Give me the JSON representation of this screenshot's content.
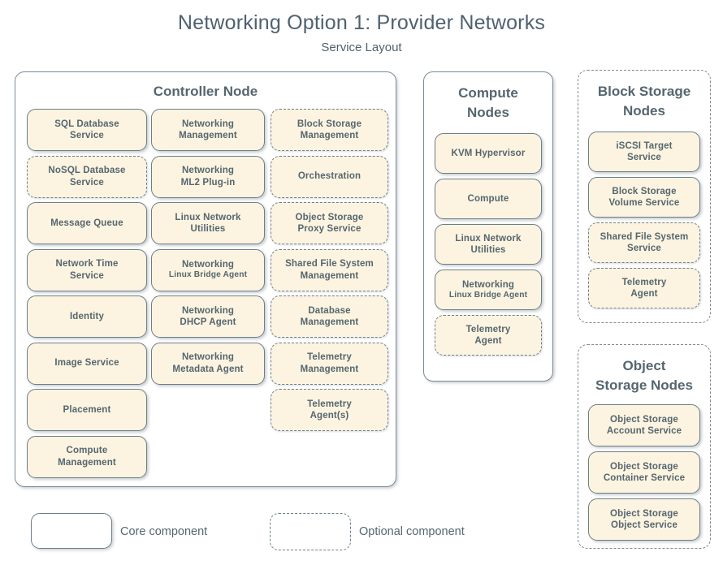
{
  "title": "Networking Option 1: Provider Networks",
  "subtitle": "Service Layout",
  "panels": {
    "controller": {
      "title": "Controller Node",
      "style": "solid",
      "columns": [
        {
          "items": [
            {
              "l1": "SQL Database",
              "l2": "Service",
              "style": "solid"
            },
            {
              "l1": "NoSQL Database",
              "l2": "Service",
              "style": "dashed"
            },
            {
              "l1": "Message Queue",
              "l2": "",
              "style": "solid"
            },
            {
              "l1": "Network Time",
              "l2": "Service",
              "style": "solid"
            },
            {
              "l1": "Identity",
              "l2": "",
              "style": "solid"
            },
            {
              "l1": "Image Service",
              "l2": "",
              "style": "solid"
            },
            {
              "l1": "Placement",
              "l2": "",
              "style": "solid"
            },
            {
              "l1": "Compute",
              "l2": "Management",
              "style": "solid"
            }
          ]
        },
        {
          "items": [
            {
              "l1": "Networking",
              "l2": "Management",
              "style": "solid"
            },
            {
              "l1": "Networking",
              "l2": "ML2 Plug-in",
              "style": "solid"
            },
            {
              "l1": "Linux Network",
              "l2": "Utilities",
              "style": "solid"
            },
            {
              "l1": "Networking",
              "l2": "Linux Bridge Agent",
              "l2small": true,
              "style": "solid"
            },
            {
              "l1": "Networking",
              "l2": "DHCP Agent",
              "style": "solid"
            },
            {
              "l1": "Networking",
              "l2": "Metadata Agent",
              "style": "solid"
            }
          ]
        },
        {
          "items": [
            {
              "l1": "Block Storage",
              "l2": "Management",
              "style": "dashed"
            },
            {
              "l1": "Orchestration",
              "l2": "",
              "style": "dashed"
            },
            {
              "l1": "Object Storage",
              "l2": "Proxy Service",
              "style": "dashed"
            },
            {
              "l1": "Shared File System",
              "l2": "Management",
              "style": "dashed"
            },
            {
              "l1": "Database",
              "l2": "Management",
              "style": "dashed"
            },
            {
              "l1": "Telemetry",
              "l2": "Management",
              "style": "dashed"
            },
            {
              "l1": "Telemetry",
              "l2": "Agent(s)",
              "style": "dashed"
            }
          ]
        }
      ]
    },
    "compute": {
      "title_line1": "Compute",
      "title_line2": "Nodes",
      "style": "solid",
      "items": [
        {
          "l1": "KVM Hypervisor",
          "l2": "",
          "style": "solid"
        },
        {
          "l1": "Compute",
          "l2": "",
          "style": "solid"
        },
        {
          "l1": "Linux Network",
          "l2": "Utilities",
          "style": "solid"
        },
        {
          "l1": "Networking",
          "l2": "Linux Bridge Agent",
          "l2small": true,
          "style": "solid"
        },
        {
          "l1": "Telemetry",
          "l2": "Agent",
          "style": "dashed"
        }
      ]
    },
    "block_storage": {
      "title_line1": "Block Storage",
      "title_line2": "Nodes",
      "style": "dashed",
      "items": [
        {
          "l1": "iSCSI Target",
          "l2": "Service",
          "style": "solid"
        },
        {
          "l1": "Block Storage",
          "l2": "Volume Service",
          "style": "solid"
        },
        {
          "l1": "Shared File System",
          "l2": "Service",
          "style": "dashed"
        },
        {
          "l1": "Telemetry",
          "l2": "Agent",
          "style": "dashed"
        }
      ]
    },
    "object_storage": {
      "title_line1": "Object",
      "title_line2": "Storage Nodes",
      "style": "dashed",
      "items": [
        {
          "l1": "Object Storage",
          "l2": "Account Service",
          "style": "solid"
        },
        {
          "l1": "Object Storage",
          "l2": "Container Service",
          "style": "solid"
        },
        {
          "l1": "Object Storage",
          "l2": "Object Service",
          "style": "solid"
        }
      ]
    }
  },
  "legend": [
    {
      "label": "Core component",
      "style": "solid"
    },
    {
      "label": "Optional component",
      "style": "dashed"
    }
  ],
  "colors": {
    "box_fill": "#fcf4e0",
    "box_border": "#6c7e89",
    "text": "#55666f",
    "panel_border": "#7b8b96",
    "background": "#ffffff"
  }
}
